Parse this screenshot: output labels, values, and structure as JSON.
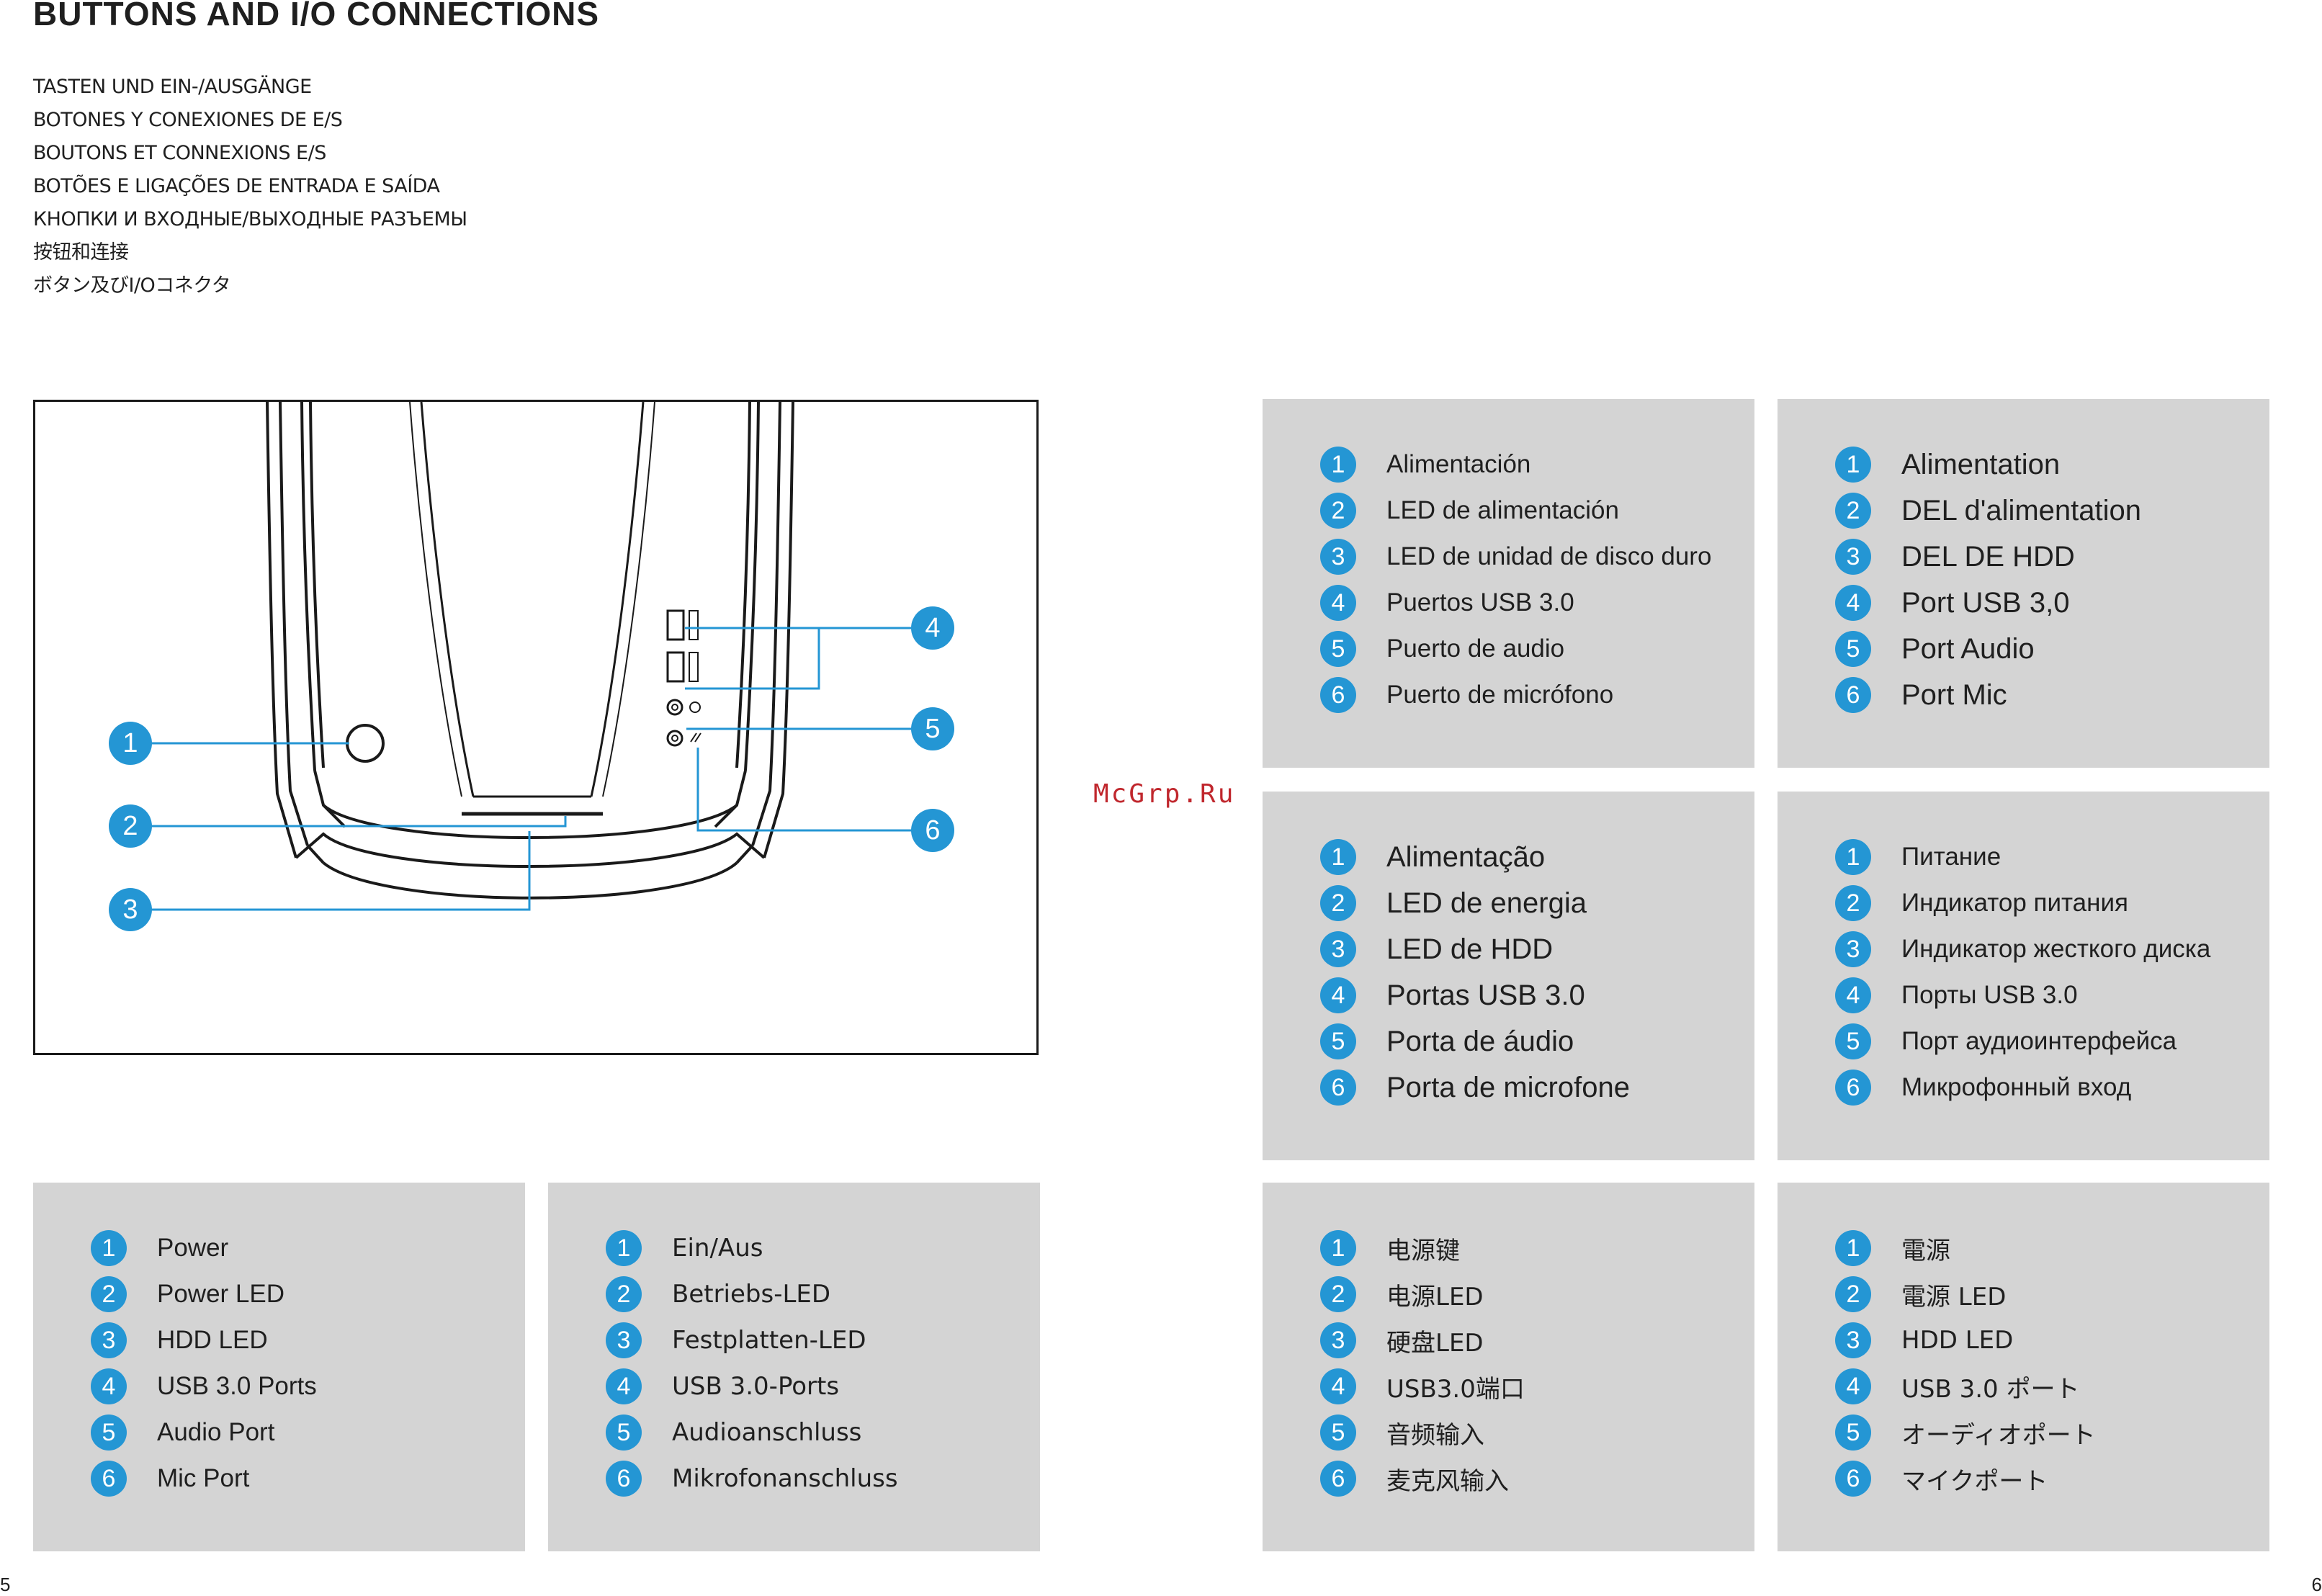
{
  "title": "BUTTONS AND I/O CONNECTIONS",
  "subtitles": [
    "TASTEN UND EIN-/AUSGÄNGE",
    "BOTONES Y CONEXIONES DE E/S",
    "BOUTONS ET CONNEXIONS E/S",
    "BOTÕES E LIGAÇÕES DE ENTRADA E SAÍDA",
    "КНОПКИ И ВХОДНЫЕ/ВЫХОДНЫЕ РАЗЪЕМЫ",
    "按钮和连接",
    "ボタン及びI/Oコネクタ"
  ],
  "watermark": "McGrp.Ru",
  "callouts": [
    "1",
    "2",
    "3",
    "4",
    "5",
    "6"
  ],
  "panels": {
    "english": {
      "numbers": [
        "1",
        "2",
        "3",
        "4",
        "5",
        "6"
      ],
      "items": [
        "Power",
        "Power LED",
        "HDD LED",
        "USB 3.0 Ports",
        "Audio Port",
        "Mic Port"
      ]
    },
    "german": {
      "numbers": [
        "1",
        "2",
        "3",
        "4",
        "5",
        "6"
      ],
      "items": [
        "Ein/Aus",
        "Betriebs-LED",
        "Festplatten-LED",
        "USB 3.0-Ports",
        "Audioanschluss",
        "Mikrofonanschluss"
      ]
    },
    "spanish": {
      "numbers": [
        "1",
        "2",
        "3",
        "4",
        "5",
        "6"
      ],
      "items": [
        "Alimentación",
        "LED de alimentación",
        "LED de unidad de disco duro",
        "Puertos USB 3.0",
        "Puerto de audio",
        "Puerto de micrófono"
      ]
    },
    "french": {
      "numbers": [
        "1",
        "2",
        "3",
        "4",
        "5",
        "6"
      ],
      "items": [
        "Alimentation",
        "DEL d'alimentation",
        "DEL DE HDD",
        "Port USB 3,0",
        "Port Audio",
        "Port Mic"
      ]
    },
    "portuguese": {
      "numbers": [
        "1",
        "2",
        "3",
        "4",
        "5",
        "6"
      ],
      "items": [
        "Alimentação",
        "LED de energia",
        "LED de HDD",
        "Portas USB 3.0",
        "Porta de áudio",
        "Porta de microfone"
      ]
    },
    "russian": {
      "numbers": [
        "1",
        "2",
        "3",
        "4",
        "5",
        "6"
      ],
      "items": [
        "Питание",
        "Индикатор питания",
        "Индикатор жесткого диска",
        "Порты USB 3.0",
        "Порт аудиоинтерфейса",
        "Микрофонный вход"
      ]
    },
    "chinese": {
      "numbers": [
        "1",
        "2",
        "3",
        "4",
        "5",
        "6"
      ],
      "items": [
        "电源键",
        "电源LED",
        "硬盘LED",
        "USB3.0端口",
        "音频输入",
        "麦克风输入"
      ]
    },
    "japanese": {
      "numbers": [
        "1",
        "2",
        "3",
        "4",
        "5",
        "6"
      ],
      "items": [
        "電源",
        "電源 LED",
        "HDD LED",
        "USB 3.0 ポート",
        "オーディオポート",
        "マイクポート"
      ]
    }
  },
  "page_numbers": {
    "left": "5",
    "right": "6"
  },
  "colors": {
    "accent": "#2496d4",
    "panel": "#d4d4d4",
    "watermark": "#c0272d"
  }
}
